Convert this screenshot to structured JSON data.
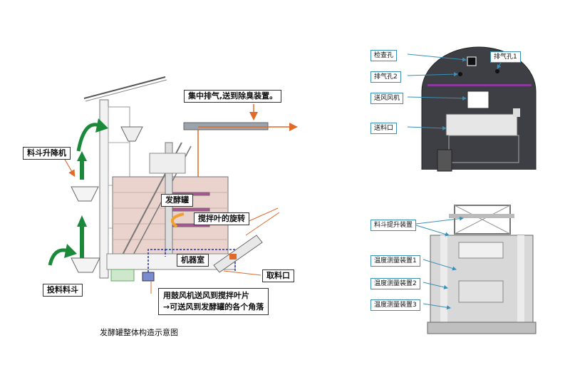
{
  "left_diagram": {
    "caption": "发酵罐整体构造示意图",
    "labels": {
      "exhaust": "集中排气,送到除臭装置。",
      "hopper_lift": "料斗升降机",
      "tank": "发酵罐",
      "stir": "搅拌叶的旋转",
      "machine_room": "机器室",
      "outlet": "取料口",
      "feed_hopper": "投料料斗",
      "blower_line1": "用鼓风机送风到搅拌叶片",
      "blower_line2": "→可送风到发酵罐的各个角落"
    }
  },
  "top_right_diagram": {
    "labels": {
      "inspection_hole": "检查孔",
      "exhaust_hole1": "排气孔1",
      "exhaust_hole2": "排气孔2",
      "fan": "送风风机",
      "feed_port": "送料口"
    }
  },
  "bottom_right_diagram": {
    "labels": {
      "lift_device": "料斗提升装置",
      "temp1": "温度测量装置1",
      "temp2": "温度测量装置2",
      "temp3": "温度测量装置3"
    }
  },
  "colors": {
    "tank_fill": "#e9d3cc",
    "arrow_green": "#1a8a3a",
    "callout_blue": "#3a8fb7",
    "exhaust_orange": "#e06a2a",
    "purple_band": "#8a3a9a"
  }
}
